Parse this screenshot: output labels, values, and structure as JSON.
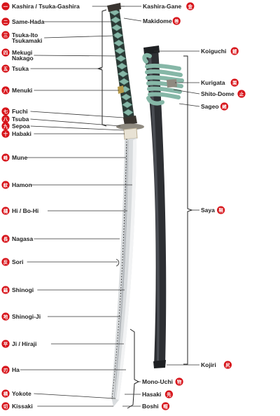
{
  "colors": {
    "badge": "#d7141a",
    "handle_wrap": "#86b7a7",
    "handle_core": "#2c3a36",
    "blade": "#d9dcde",
    "blade_edge": "#f2f3f4",
    "saya": "#2d2f33",
    "metal": "#8f8a80",
    "habaki": "#e8e2d4"
  },
  "labels_left": [
    {
      "text": "Kashira / Tsuka-Gashira",
      "mark": "一"
    },
    {
      "text": "Same-Hada",
      "mark": "二"
    },
    {
      "text": "Tsuka-Ito",
      "text2": "Tsukamaki",
      "mark": "三"
    },
    {
      "text": "Mekugi",
      "text2": "Nakago",
      "mark": "四"
    },
    {
      "text": "Tsuka",
      "mark": "五"
    },
    {
      "text": "Menuki",
      "mark": "六"
    },
    {
      "text": "Fuchi",
      "mark": "七"
    },
    {
      "text": "Tsuba",
      "mark": "八"
    },
    {
      "text": "Sepoa",
      "mark": "九"
    },
    {
      "text": "Habaki",
      "mark": "十"
    },
    {
      "text": "Mune",
      "mark": "峰"
    },
    {
      "text": "Hamon",
      "mark": "紋"
    },
    {
      "text": "Hi / Bo-Hi",
      "mark": "樋"
    },
    {
      "text": "Nagasa",
      "mark": "長"
    },
    {
      "text": "Sori",
      "mark": "反"
    },
    {
      "text": "Shinogi",
      "mark": "鎬"
    },
    {
      "text": "Shinogi-Ji",
      "mark": "地"
    },
    {
      "text": "Ji / Hiraji",
      "mark": "平"
    },
    {
      "text": "Ha",
      "mark": "刃"
    },
    {
      "text": "Yokote",
      "mark": "横"
    },
    {
      "text": "Kissaki",
      "mark": "切"
    }
  ],
  "labels_right": [
    {
      "text": "Kashira-Gane",
      "mark": "金"
    },
    {
      "text": "Makidome",
      "mark": "巻"
    },
    {
      "text": "Koiguchi",
      "mark": "鯉"
    },
    {
      "text": "Kurigata",
      "mark": "栗"
    },
    {
      "text": "Shito-Dome",
      "mark": "止"
    },
    {
      "text": "Sageo",
      "mark": "緒"
    },
    {
      "text": "Saya",
      "mark": "鞘"
    },
    {
      "text": "Kojiri",
      "mark": "尻"
    },
    {
      "text": "Mono-Uchi",
      "mark": "物"
    },
    {
      "text": "Hasaki",
      "mark": "先"
    },
    {
      "text": "Boshi",
      "mark": "帽"
    }
  ]
}
